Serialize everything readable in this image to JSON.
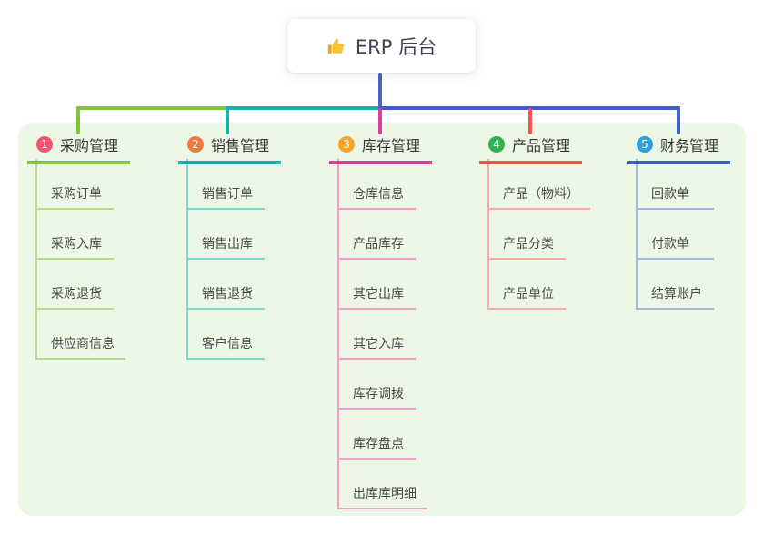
{
  "root": {
    "title": "ERP 后台",
    "icon": "thumbs-up-icon",
    "line_color": "#4a62c6"
  },
  "canvas": {
    "panel_bg": "#ecf7e5",
    "card_bg": "#ffffff"
  },
  "branches": [
    {
      "badge": "1",
      "label": "采购管理",
      "badge_color": "#f2556b",
      "line_color": "#82c23d",
      "light_color": "#b7dc8d",
      "children": [
        "采购订单",
        "采购入库",
        "采购退货",
        "供应商信息"
      ]
    },
    {
      "badge": "2",
      "label": "销售管理",
      "badge_color": "#f0793c",
      "line_color": "#16b3aa",
      "light_color": "#7fd8d0",
      "children": [
        "销售订单",
        "销售出库",
        "销售退货",
        "客户信息"
      ]
    },
    {
      "badge": "3",
      "label": "库存管理",
      "badge_color": "#f6a52a",
      "line_color": "#dc3d96",
      "light_color": "#f29fcc",
      "children": [
        "仓库信息",
        "产品库存",
        "其它出库",
        "其它入库",
        "库存调拨",
        "库存盘点",
        "出库库明细"
      ]
    },
    {
      "badge": "4",
      "label": "产品管理",
      "badge_color": "#2eb350",
      "line_color": "#f5564c",
      "light_color": "#f9aaa4",
      "children": [
        "产品（物料）",
        "产品分类",
        "产品单位"
      ]
    },
    {
      "badge": "5",
      "label": "财务管理",
      "badge_color": "#2da0dc",
      "line_color": "#3f5ccd",
      "light_color": "#a5b8e0",
      "children": [
        "回款单",
        "付款单",
        "结算账户"
      ]
    }
  ]
}
